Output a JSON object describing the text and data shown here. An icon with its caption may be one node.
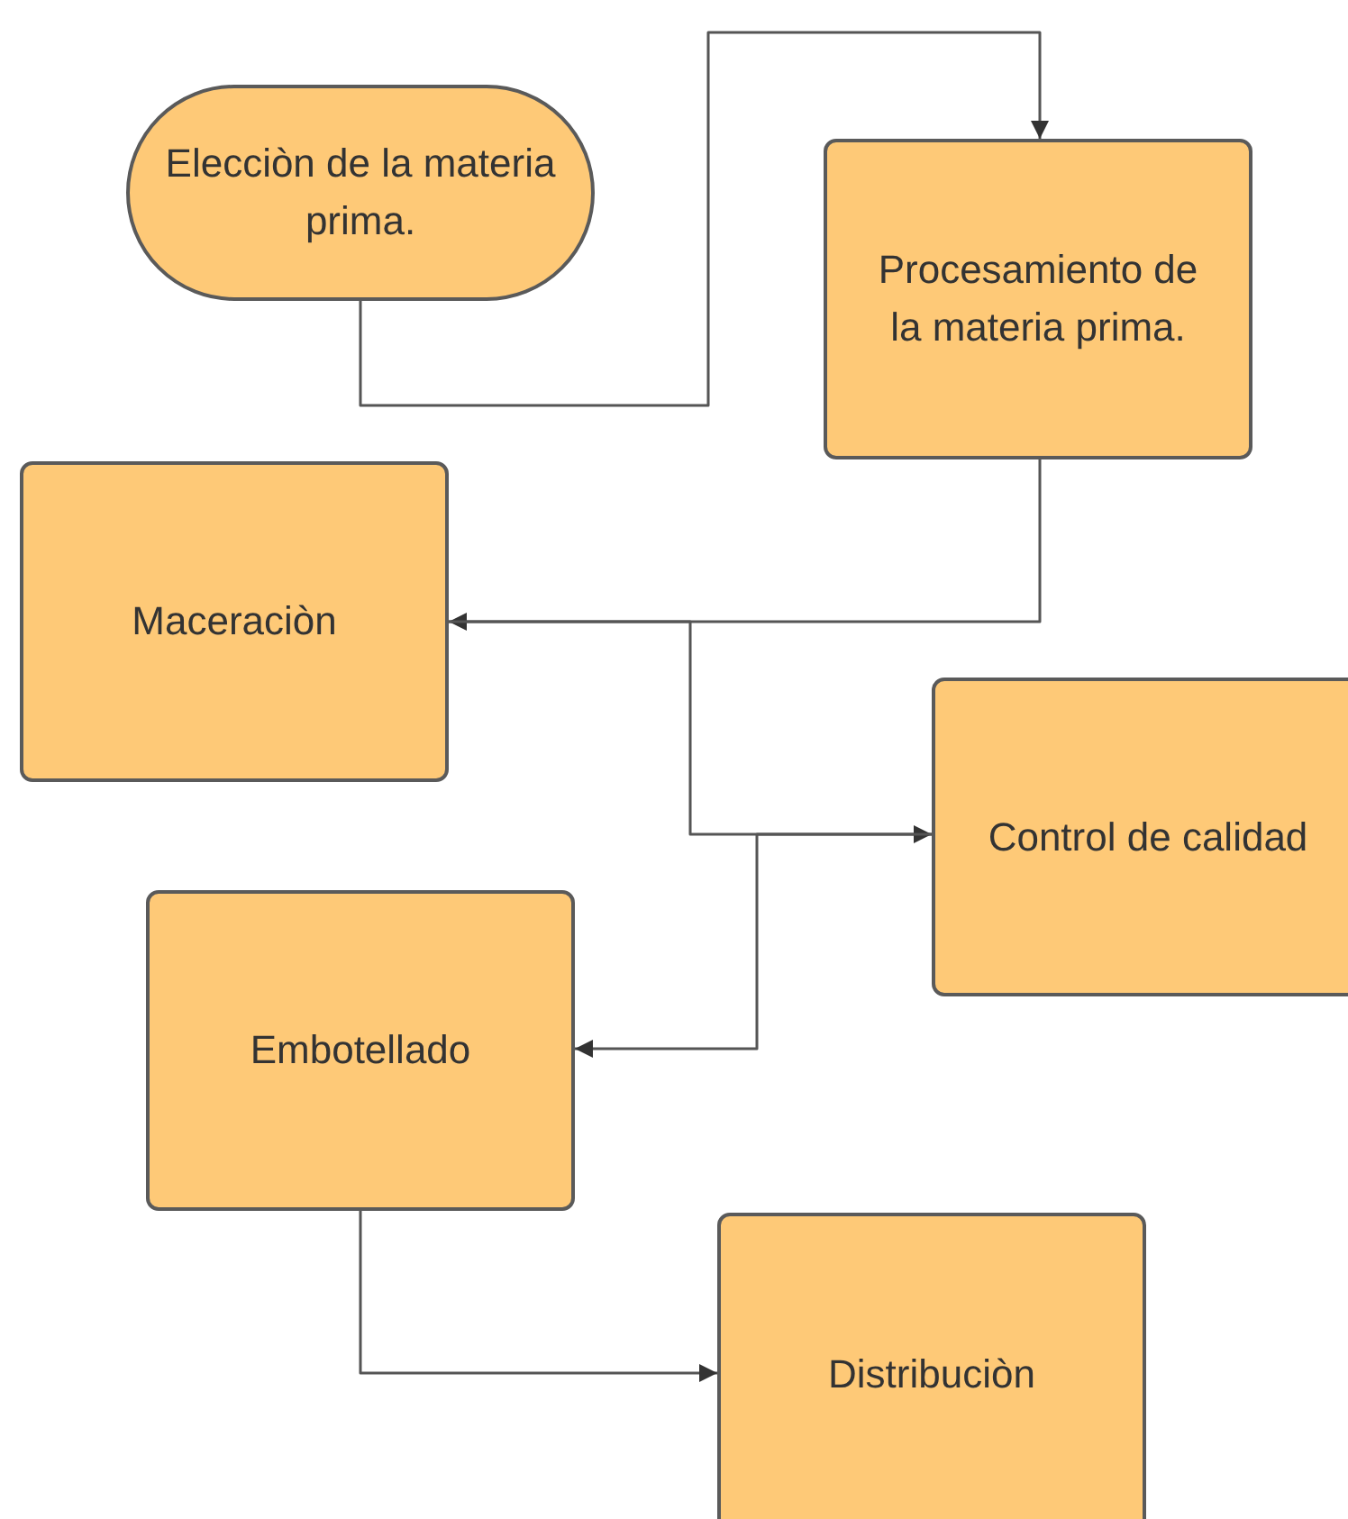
{
  "diagram": {
    "nodes": [
      {
        "text": [
          "Elecciòn de la materia prima."
        ]
      },
      {
        "text": [
          "Procesamiento de la materia prima."
        ]
      },
      {
        "text": [
          "Maceraciòn"
        ]
      },
      {
        "text": [
          "Control de calidad"
        ]
      },
      {
        "text": [
          "Embotellado"
        ]
      },
      {
        "text": [
          "Distribuciòn"
        ]
      }
    ],
    "edges": [
      {
        "from": 0,
        "to": 1,
        "arrow": "to"
      },
      {
        "from": 1,
        "to": 2,
        "arrow": "to"
      },
      {
        "from": 2,
        "to": 3,
        "arrow": "to"
      },
      {
        "from": 3,
        "to": 4,
        "arrow": "to"
      },
      {
        "from": 4,
        "to": 5,
        "arrow": "to"
      }
    ]
  }
}
